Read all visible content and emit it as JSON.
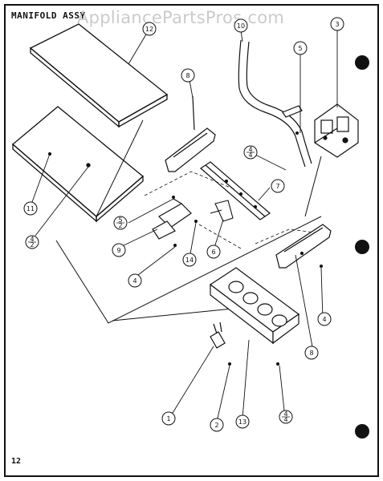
{
  "header": {
    "title": "MANIFOLD ASSY",
    "watermark": "AppliancePartsPros.com"
  },
  "footer": {
    "page_number": "12"
  },
  "callouts": [
    {
      "id": "c12",
      "label": "12"
    },
    {
      "id": "c10",
      "label": "10"
    },
    {
      "id": "c5",
      "label": "5"
    },
    {
      "id": "c3",
      "label": "3"
    },
    {
      "id": "c8top",
      "label": "8"
    },
    {
      "id": "c11",
      "label": "11"
    },
    {
      "id": "c4half-left",
      "label": "4",
      "sub": "2"
    },
    {
      "id": "c4half-right",
      "label": "4",
      "sub": "4"
    },
    {
      "id": "c7",
      "label": "7"
    },
    {
      "id": "c5half",
      "label": "5",
      "sub": "2"
    },
    {
      "id": "c9",
      "label": "9"
    },
    {
      "id": "c4a",
      "label": "4"
    },
    {
      "id": "c14",
      "label": "14"
    },
    {
      "id": "c6",
      "label": "6"
    },
    {
      "id": "c8mid",
      "label": "8"
    },
    {
      "id": "c4b",
      "label": "4"
    },
    {
      "id": "c1",
      "label": "1"
    },
    {
      "id": "c2",
      "label": "2"
    },
    {
      "id": "c13",
      "label": "13"
    },
    {
      "id": "c4half-bottom",
      "label": "4",
      "sub": "4"
    }
  ],
  "colors": {
    "ink": "#111111",
    "paper": "#ffffff",
    "watermark": "#a0a0a0"
  }
}
